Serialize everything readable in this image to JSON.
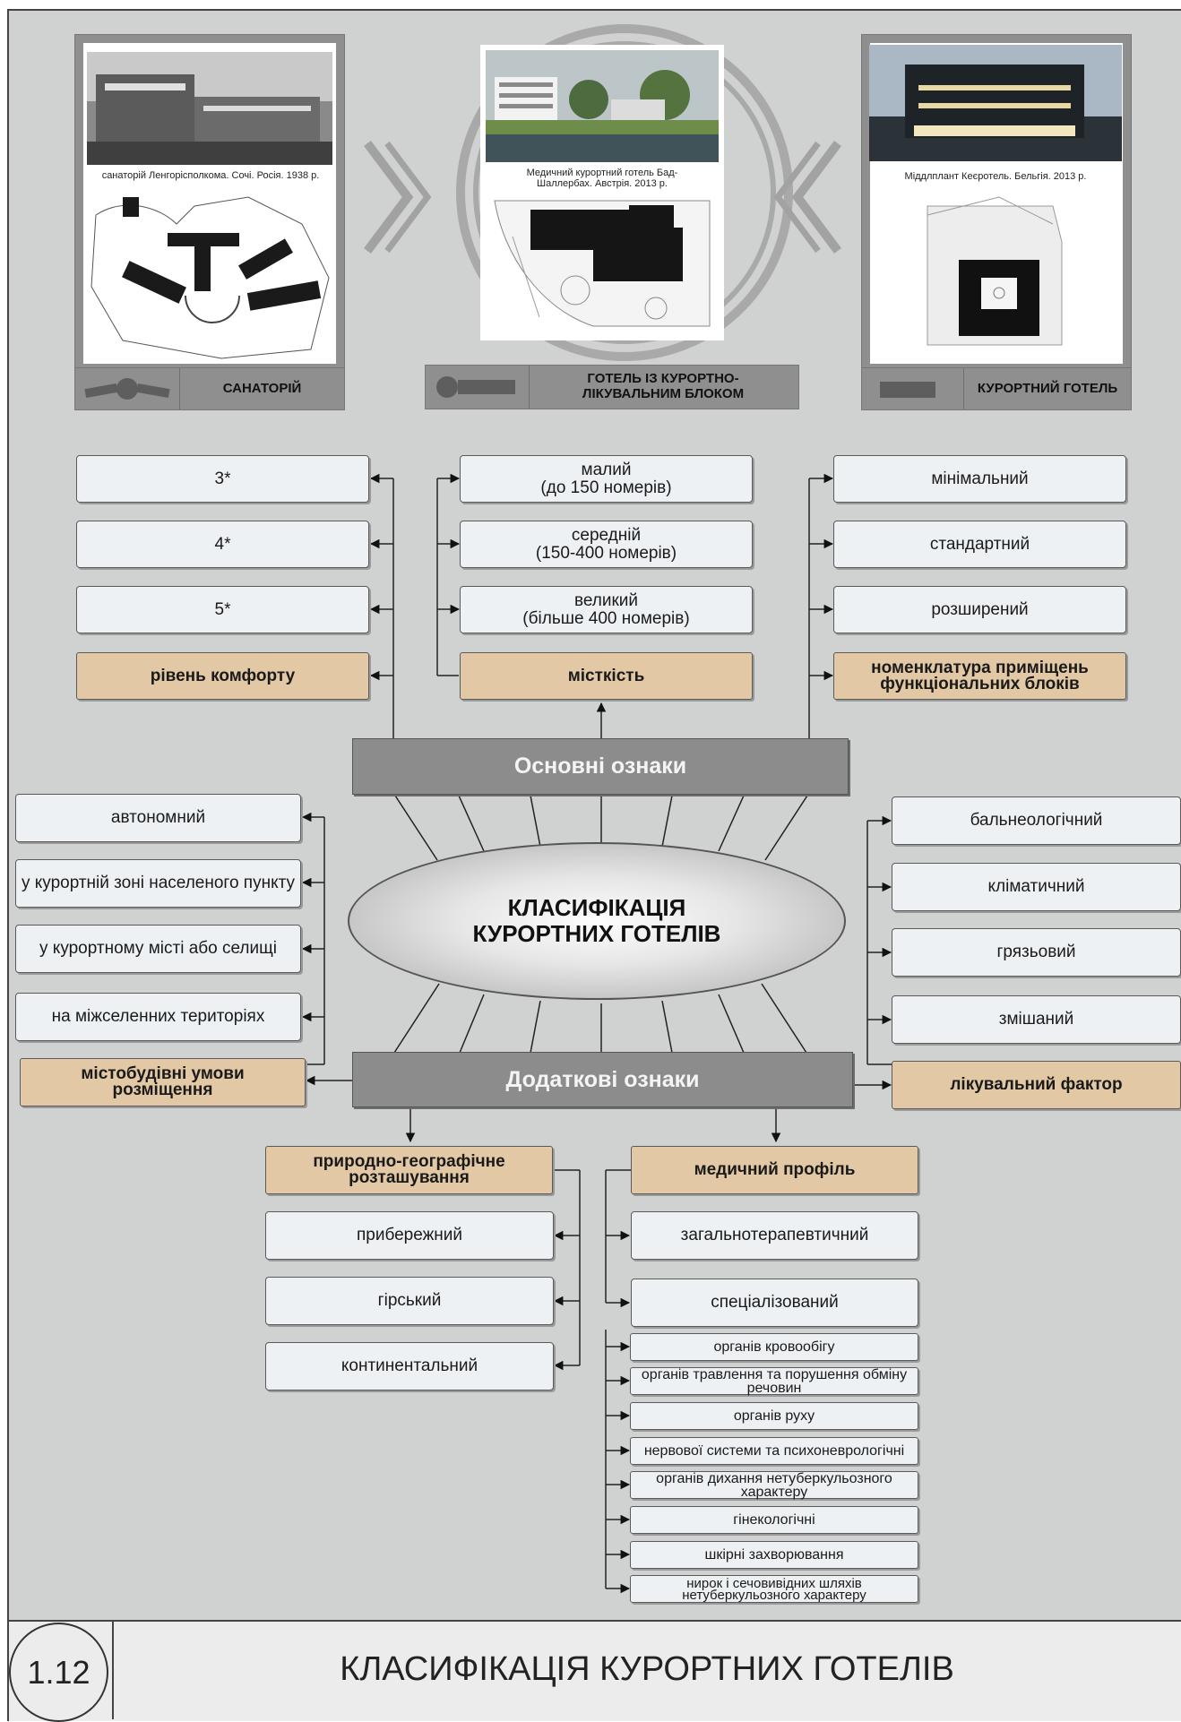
{
  "examples": [
    {
      "caption": "санаторій Ленгорісполкома. Сочі. Росія. 1938 р.",
      "label": "САНАТОРІЙ"
    },
    {
      "caption": "Медичний курортний готель Бад-Шаллербах. Австрія. 2013 р.",
      "label": "ГОТЕЛЬ ІЗ КУРОРТНО-ЛІКУВАЛЬНИМ БЛОКОМ"
    },
    {
      "caption": "Міддлплант Кеєротель. Бельгія. 2013 р.",
      "label": "КУРОРТНИЙ ГОТЕЛЬ"
    }
  ],
  "comfort": {
    "title": "рівень комфорту",
    "items": [
      "3*",
      "4*",
      "5*"
    ]
  },
  "capacity": {
    "title": "місткість",
    "items": [
      "малий\n(до 150 номерів)",
      "середній\n(150-400 номерів)",
      "великий\n(більше 400 номерів)"
    ]
  },
  "nomenclature": {
    "title": "номенклатура приміщень функціональних блоків",
    "items": [
      "мінімальний",
      "стандартний",
      "розширений"
    ]
  },
  "main_features": "Основні ознаки",
  "center_title": "КЛАСИФІКАЦІЯ КУРОРТНИХ ГОТЕЛІВ",
  "additional_features": "Додаткові ознаки",
  "urban": {
    "title": "містобудівні умови розміщення",
    "items": [
      "автономний",
      "у курортній зоні населеного пункту",
      "у курортному місті або селищі",
      "на міжселенних територіях"
    ]
  },
  "healing": {
    "title": "лікувальний фактор",
    "items": [
      "бальнеологічний",
      "кліматичний",
      "грязьовий",
      "змішаний"
    ]
  },
  "geo": {
    "title": "природно-географічне розташування",
    "items": [
      "прибережний",
      "гірський",
      "континентальний"
    ]
  },
  "medical": {
    "title": "медичний профіль",
    "items": [
      "загальнотерапевтичний",
      "спеціалізований"
    ]
  },
  "specialized": [
    "органів кровообігу",
    "органів травлення та порушення обміну речовин",
    "органів руху",
    "нервової системи та психоневрологічні",
    "органів дихання нетуберкульозного характеру",
    "гінекологічні",
    "шкірні захворювання",
    "нирок і сечовивідних шляхів нетуберкульозного характеру"
  ],
  "footer": {
    "number": "1.12",
    "title": "КЛАСИФІКАЦІЯ КУРОРТНИХ ГОТЕЛІВ"
  }
}
